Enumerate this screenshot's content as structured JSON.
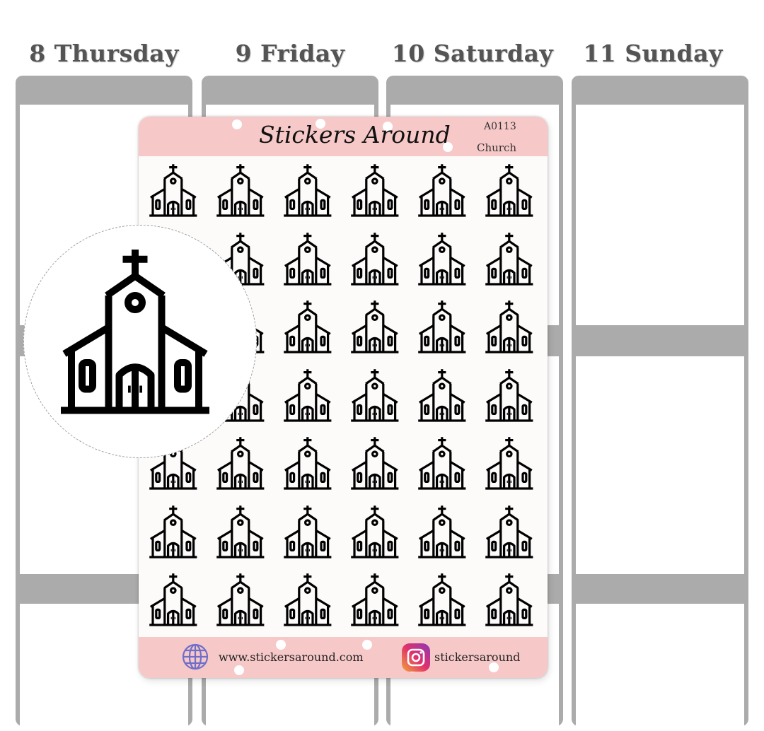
{
  "planner": {
    "days": [
      {
        "label": "8 Thursday"
      },
      {
        "label": "9 Friday"
      },
      {
        "label": "10 Saturday"
      },
      {
        "label": "11 Sunday"
      }
    ]
  },
  "sheet": {
    "brand": "Stickers Around",
    "code": "A0113",
    "category": "Church",
    "icon": "church-icon",
    "rows": 7,
    "columns": 6,
    "background": "#fdfbfa",
    "band_color": "#f7c8c8"
  },
  "footer": {
    "website": "www.stickersaround.com",
    "website_icon": "globe-icon",
    "instagram": "stickersaround",
    "instagram_icon": "instagram-icon"
  },
  "colors": {
    "column_gray": "#ababab",
    "header_text": "#545454"
  }
}
